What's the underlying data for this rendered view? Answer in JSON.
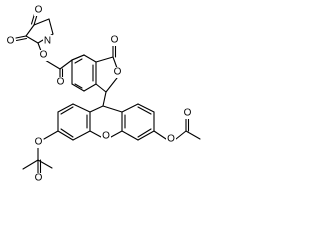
{
  "structure": {
    "atom_labels": {
      "imide_o_top": "O",
      "imide_n": "N",
      "imide_o_left": "O",
      "ester_link_o": "O",
      "ester_carbonyl_o": "O",
      "lactone_carbonyl_o": "O",
      "lactone_ring_o": "O",
      "xanthene_o": "O",
      "acetoxy_o_left": "O",
      "acetoxy_carbonyl_o_left": "O",
      "acetoxy_o_right": "O",
      "acetoxy_carbonyl_o_right": "O"
    }
  }
}
